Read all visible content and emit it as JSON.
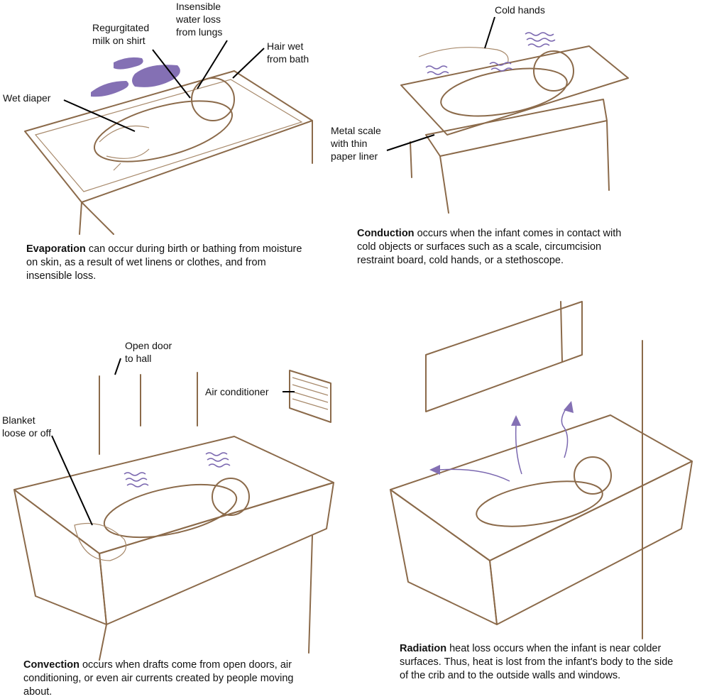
{
  "panels": {
    "evaporation": {
      "labels": {
        "insensible": "Insensible\nwater loss\nfrom lungs",
        "regurgitated": "Regurgitated\nmilk on shirt",
        "hair": "Hair wet\nfrom bath",
        "diaper": "Wet diaper"
      },
      "title": "Evaporation",
      "caption": " can occur during birth or bathing from moisture on skin, as a result of wet linens or clothes, and from insensible loss."
    },
    "conduction": {
      "labels": {
        "cold_hands": "Cold hands",
        "scale": "Metal scale\nwith thin\npaper liner"
      },
      "title": "Conduction",
      "caption": " occurs when the infant comes in contact with cold objects or surfaces such as a scale, circumcision restraint board, cold hands, or a stethoscope."
    },
    "convection": {
      "labels": {
        "door": "Open door\nto hall",
        "air": "Air conditioner",
        "blanket": "Blanket\nloose or off"
      },
      "title": "Convection",
      "caption": " occurs when drafts come from open doors, air conditioning, or even air currents created by people moving about."
    },
    "radiation": {
      "title": "Radiation",
      "caption": " heat loss occurs when the infant is near colder surfaces. Thus, heat is lost from the infant's body to the side of the crib and to the outside walls and windows."
    }
  },
  "colors": {
    "sketch": "#8b6a4a",
    "accent": "#8470b4"
  }
}
